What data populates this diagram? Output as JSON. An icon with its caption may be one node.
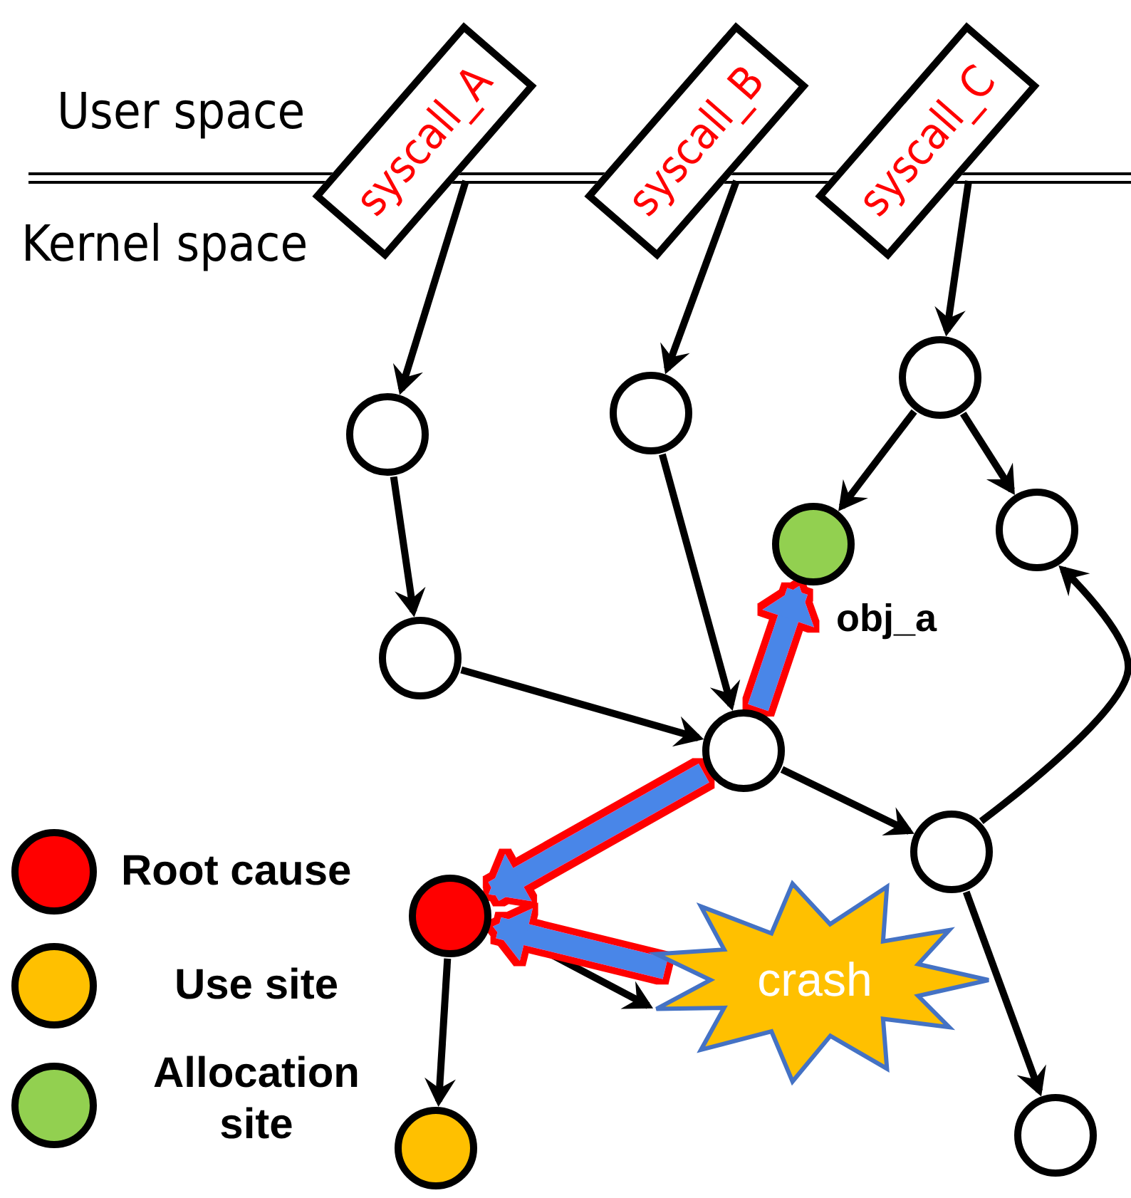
{
  "diagram": {
    "nodes": [
      {
        "text": [
          "syscall_A"
        ]
      },
      {
        "text": [
          "syscall_B"
        ]
      },
      {
        "text": [
          "syscall_C"
        ]
      },
      {
        "text": [],
        "shape": "circle"
      },
      {
        "text": [],
        "shape": "circle"
      },
      {
        "text": [],
        "shape": "circle"
      },
      {
        "text": [],
        "shape": "circle"
      },
      {
        "text": [],
        "shape": "circle",
        "beside": [
          "obj_a"
        ]
      },
      {
        "text": [],
        "shape": "circle"
      },
      {
        "text": [],
        "shape": "circle"
      },
      {
        "text": [],
        "shape": "circle"
      },
      {
        "text": [],
        "shape": "circle"
      },
      {
        "text": [],
        "shape": "circle"
      },
      {
        "text": [],
        "shape": "circle"
      },
      {
        "text": [
          "crash"
        ]
      }
    ],
    "edges": [
      {
        "from": 0,
        "to": 3,
        "arrow": "to"
      },
      {
        "from": 1,
        "to": 5,
        "arrow": "to"
      },
      {
        "from": 2,
        "to": 6,
        "arrow": "to"
      },
      {
        "from": 3,
        "to": 4,
        "arrow": "to"
      },
      {
        "from": 5,
        "to": 9,
        "arrow": "to"
      },
      {
        "from": 6,
        "to": 7,
        "arrow": "to"
      },
      {
        "from": 6,
        "to": 8,
        "arrow": "to"
      },
      {
        "from": 4,
        "to": 9,
        "arrow": "to"
      },
      {
        "from": 9,
        "to": 10,
        "arrow": "to"
      },
      {
        "from": 10,
        "to": 8,
        "arrow": "to"
      },
      {
        "from": 9,
        "to": 7,
        "arrow": "to"
      },
      {
        "from": 9,
        "to": 11,
        "arrow": "to"
      },
      {
        "from": 11,
        "to": 14,
        "arrow": "to"
      },
      {
        "from": 11,
        "to": 12,
        "arrow": "to"
      },
      {
        "from": 10,
        "to": 13,
        "arrow": "to"
      },
      {
        "from": 9,
        "to": 7,
        "arrow": "to",
        "style": "thick",
        "color": "#4a86e8"
      },
      {
        "from": 9,
        "to": 11,
        "arrow": "to",
        "style": "thick",
        "color": "#4a86e8"
      },
      {
        "from": 14,
        "to": 11,
        "arrow": "to",
        "style": "thick",
        "color": "#4a86e8"
      }
    ],
    "labels": [
      "User space",
      "Kernel space"
    ],
    "legend": [
      {
        "text": "Root cause",
        "color": "#ff0000"
      },
      {
        "text": "Use site",
        "color": "#ffc000"
      },
      {
        "text": "Allocation site",
        "color": "#92d050"
      }
    ]
  }
}
